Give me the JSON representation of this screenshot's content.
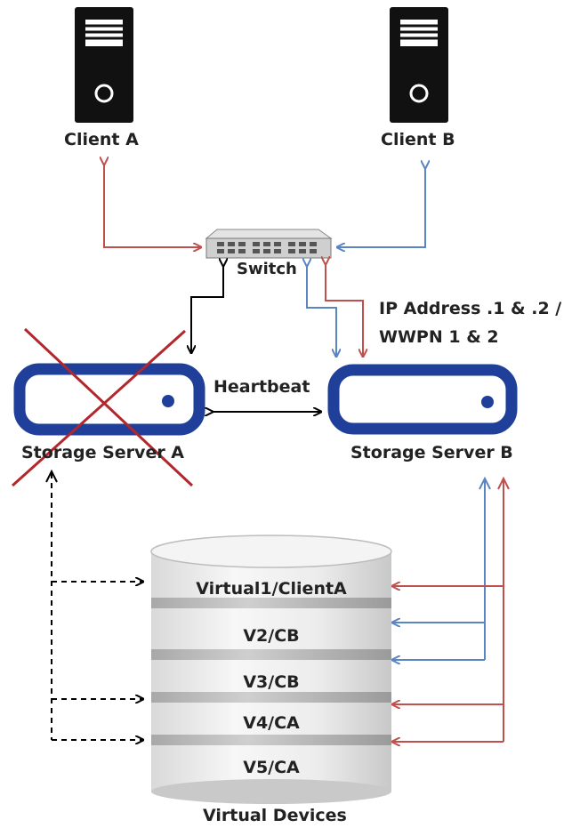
{
  "labels": {
    "client_a": "Client A",
    "client_b": "Client B",
    "switch": "Switch",
    "ip_line1": "IP Address .1  & .2 /",
    "ip_line2": "WWPN 1 & 2",
    "heartbeat": "Heartbeat",
    "server_a": "Storage Server A",
    "server_b": "Storage Server B",
    "virtual_devices": "Virtual Devices"
  },
  "disks": [
    "Virtual1/ClientA",
    "V2/CB",
    "V3/CB",
    "V4/CA",
    "V5/CA"
  ],
  "colors": {
    "red": "#c0504d",
    "blue": "#5b85c2",
    "server_blue": "#1f3f9a",
    "cross_red": "#b3262b",
    "black": "#000000"
  }
}
